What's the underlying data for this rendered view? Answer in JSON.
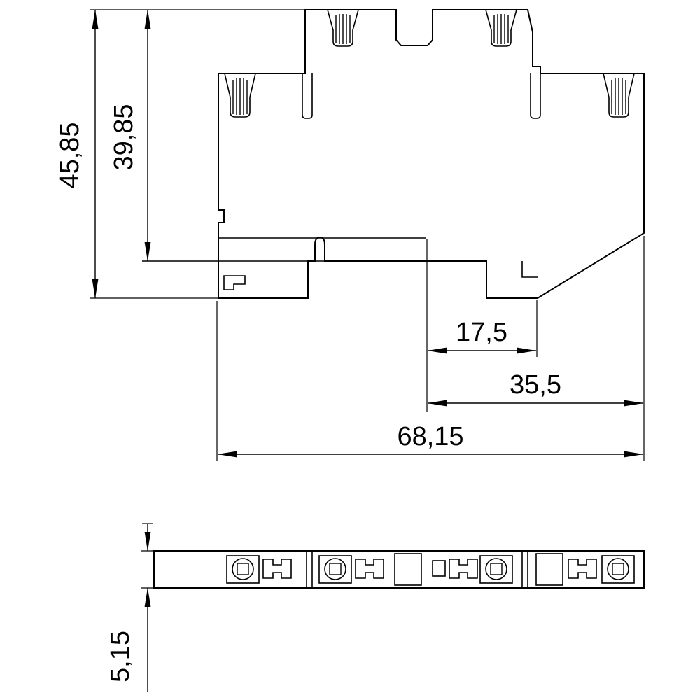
{
  "page": {
    "background": "#ffffff",
    "line_color": "#000000"
  },
  "dimensions": {
    "overall_height": "45,85",
    "upper_height": "39,85",
    "foot_offset": "17,5",
    "rail_span": "35,5",
    "overall_width": "68,15",
    "base_thickness": "5,15"
  }
}
